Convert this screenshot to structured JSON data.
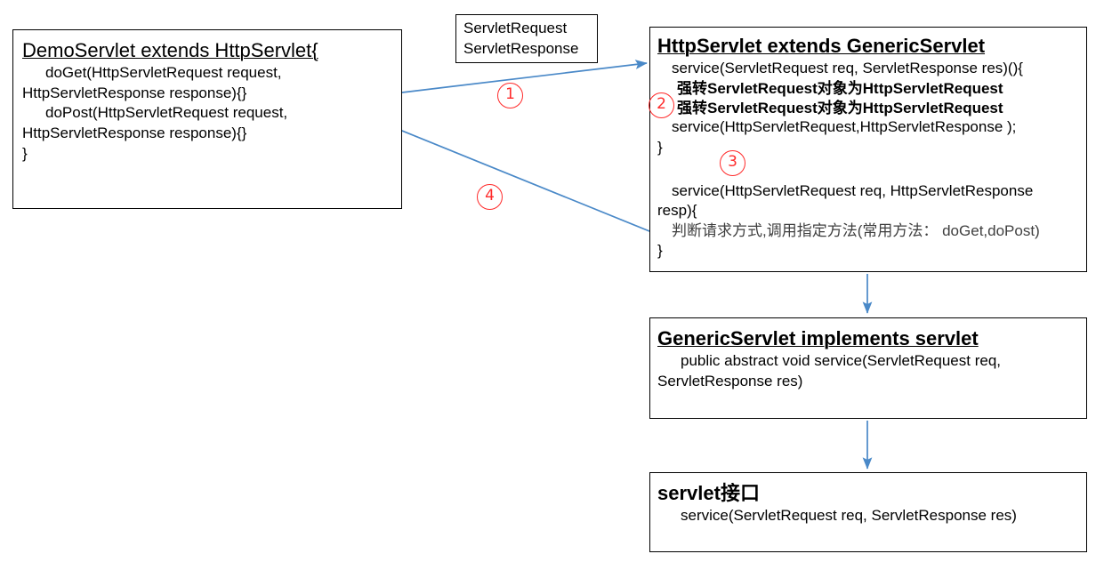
{
  "diagram": {
    "title": "Servlet inheritance and service() call flow",
    "accent_color": "#4a89c8",
    "marker_color": "#ff2b2b",
    "box_border_color": "#000000",
    "background_color": "#ffffff"
  },
  "demo_servlet_box": {
    "header": "DemoServlet  extends HttpServlet{",
    "lines": [
      "doGet(HttpServletRequest request,",
      "HttpServletResponse response){}",
      "doPost(HttpServletRequest request,",
      "HttpServletResponse response){}",
      "}"
    ]
  },
  "servlet_types_box": {
    "lines": [
      "ServletRequest",
      "ServletResponse"
    ]
  },
  "http_servlet_box": {
    "header": "HttpServlet extends GenericServlet",
    "signature": "service(ServletRequest req, ServletResponse res)(){",
    "cast_line_1": "强转ServletRequest对象为HttpServletRequest",
    "cast_line_2": "强转ServletRequest对象为HttpServletRequest",
    "inner_call": "service(HttpServletRequest,HttpServletResponse );",
    "close_brace_1": "}",
    "method_signature_a": "service(HttpServletRequest req, HttpServletResponse",
    "method_signature_b": "resp){",
    "method_body": "判断请求方式,调用指定方法(常用方法： doGet,doPost)",
    "close_brace_2": "}"
  },
  "generic_servlet_box": {
    "header": "GenericServlet  implements  servlet",
    "lines": [
      "public abstract void service(ServletRequest req,",
      "ServletResponse res)"
    ]
  },
  "servlet_interface_box": {
    "header": "servlet接口",
    "lines": [
      "service(ServletRequest req, ServletResponse res)"
    ]
  },
  "step_markers": [
    {
      "id": "1",
      "label": "①",
      "digit": "1"
    },
    {
      "id": "2",
      "label": "②",
      "digit": "2"
    },
    {
      "id": "3",
      "label": "③",
      "digit": "3"
    },
    {
      "id": "4",
      "label": "④",
      "digit": "4"
    }
  ]
}
